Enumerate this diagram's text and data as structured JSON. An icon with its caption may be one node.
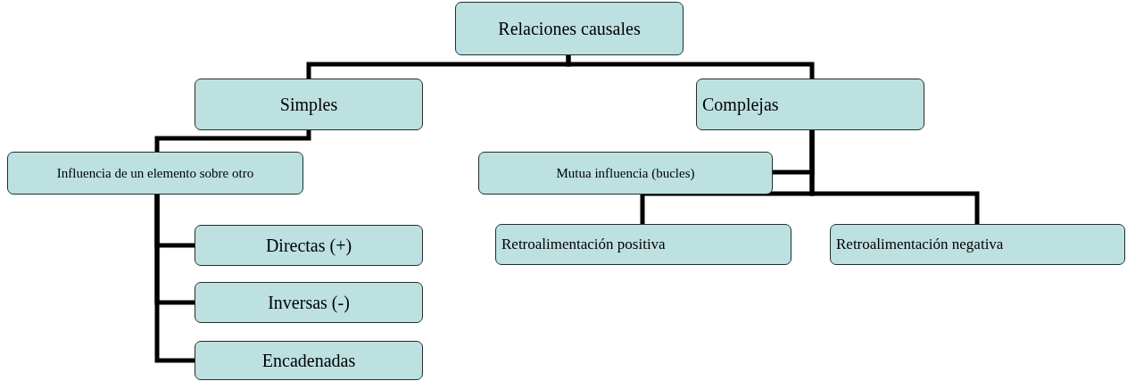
{
  "diagram": {
    "nodes": [
      {
        "text": [
          "Relaciones causales"
        ]
      },
      {
        "text": [
          "Simples"
        ]
      },
      {
        "text": [
          "Complejas"
        ]
      },
      {
        "text": [
          "Influencia de un elemento sobre otro"
        ]
      },
      {
        "text": [
          "Directas (+)"
        ]
      },
      {
        "text": [
          "Inversas (-)"
        ]
      },
      {
        "text": [
          "Encadenadas"
        ]
      },
      {
        "text": [
          "Mutua influencia (bucles)"
        ]
      },
      {
        "text": [
          "Retroalimentación positiva"
        ]
      },
      {
        "text": [
          "Retroalimentación negativa"
        ]
      }
    ],
    "edges": [
      {
        "from": 0,
        "to": 1,
        "arrow": "none"
      },
      {
        "from": 0,
        "to": 2,
        "arrow": "none"
      },
      {
        "from": 1,
        "to": 3,
        "arrow": "none"
      },
      {
        "from": 3,
        "to": 4,
        "arrow": "none"
      },
      {
        "from": 3,
        "to": 5,
        "arrow": "none"
      },
      {
        "from": 3,
        "to": 6,
        "arrow": "none"
      },
      {
        "from": 2,
        "to": 7,
        "arrow": "none"
      },
      {
        "from": 2,
        "to": 8,
        "arrow": "none"
      },
      {
        "from": 2,
        "to": 9,
        "arrow": "none"
      }
    ]
  }
}
